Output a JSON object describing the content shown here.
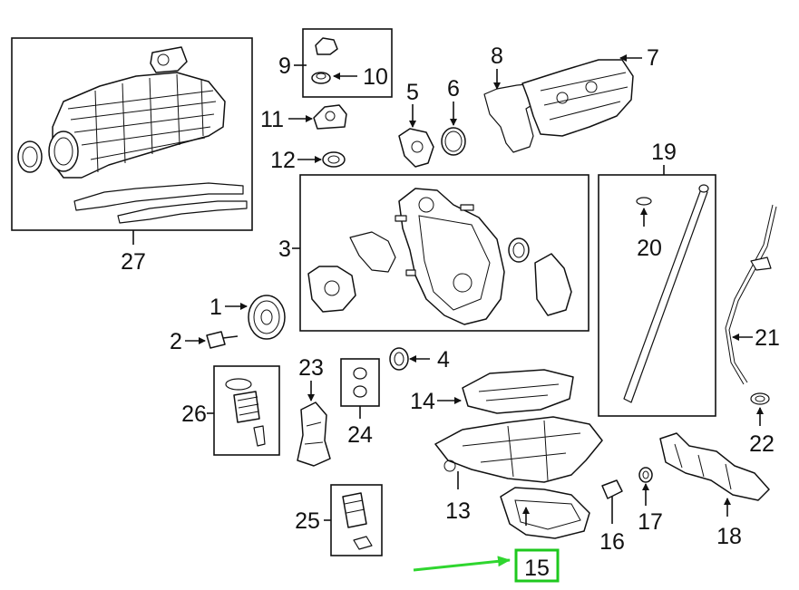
{
  "labels": {
    "p1": "1",
    "p2": "2",
    "p3": "3",
    "p4": "4",
    "p5": "5",
    "p6": "6",
    "p7": "7",
    "p8": "8",
    "p9": "9",
    "p10": "10",
    "p11": "11",
    "p12": "12",
    "p13": "13",
    "p14": "14",
    "p15": "15",
    "p16": "16",
    "p17": "17",
    "p18": "18",
    "p19": "19",
    "p20": "20",
    "p21": "21",
    "p22": "22",
    "p23": "23",
    "p24": "24",
    "p25": "25",
    "p26": "26",
    "p27": "27"
  },
  "highlight": {
    "part": "15",
    "color": "#1ec81e"
  },
  "pointer_color": "#2fd62f"
}
